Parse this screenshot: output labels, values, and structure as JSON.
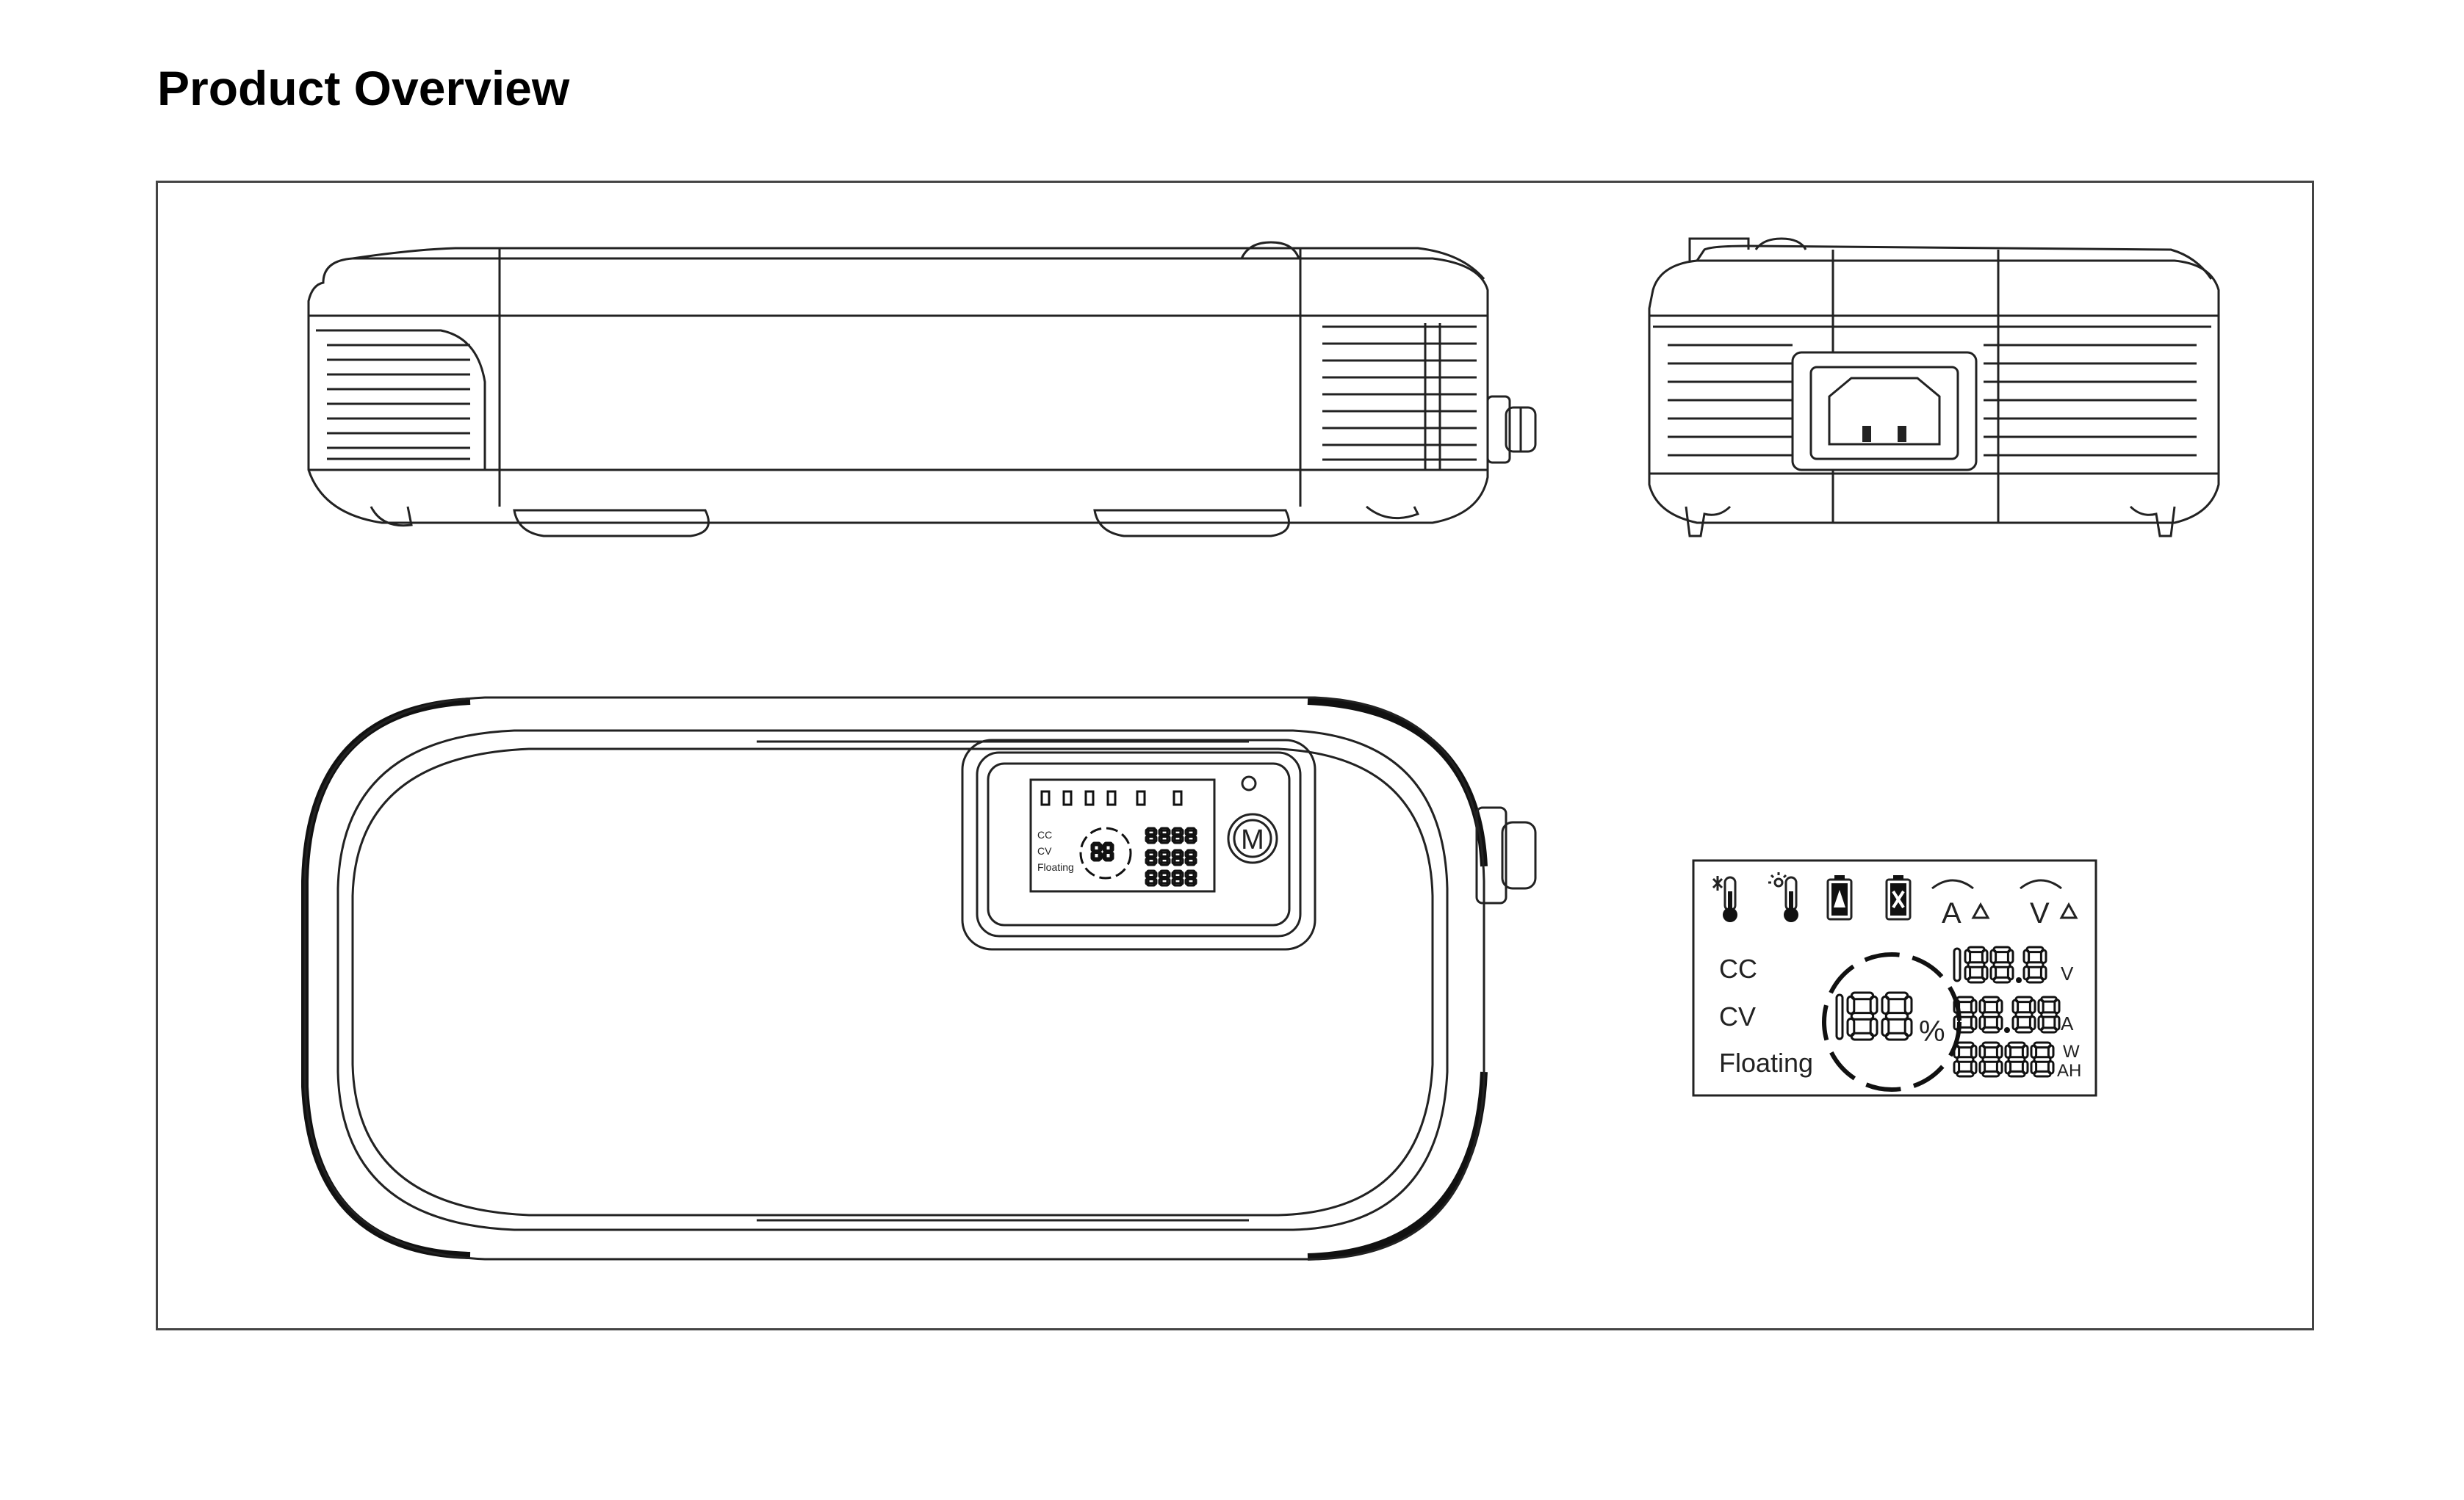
{
  "page": {
    "title": "Product Overview"
  },
  "lcd_panel": {
    "modes": [
      "CC",
      "CV",
      "Floating"
    ],
    "percent_symbol": "%",
    "units": {
      "voltage": "V",
      "current": "A",
      "power": "W",
      "capacity": "AH"
    },
    "icons": [
      "cold-temperature-icon",
      "hot-temperature-icon",
      "battery-warning-icon",
      "battery-fault-icon",
      "current-warning-icon",
      "voltage-warning-icon"
    ],
    "icon_letters": {
      "current": "A",
      "voltage": "V"
    }
  },
  "device": {
    "mode_button_label": "M"
  }
}
